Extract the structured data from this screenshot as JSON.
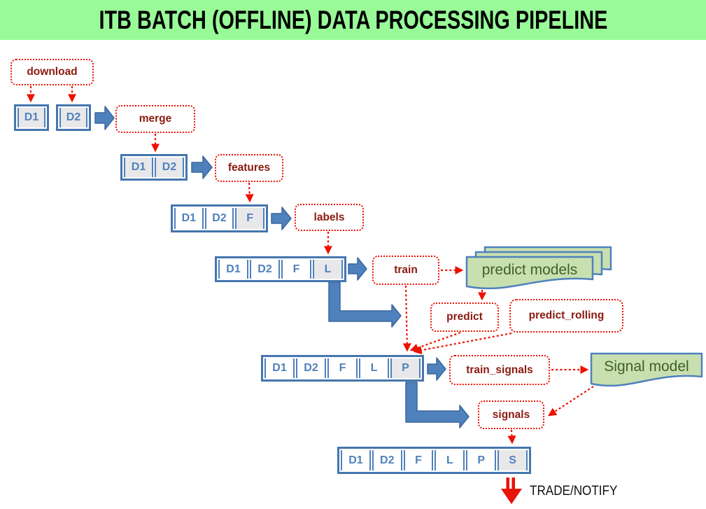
{
  "title": "ITB BATCH (OFFLINE) DATA PROCESSING PIPELINE",
  "process_labels": {
    "download": "download",
    "merge": "merge",
    "features": "features",
    "labels": "labels",
    "train": "train",
    "predict": "predict",
    "predict_rolling": "predict_rolling",
    "train_signals": "train_signals",
    "signals": "signals"
  },
  "model_shapes": {
    "predict_models": "predict models",
    "signal_model": "Signal model"
  },
  "dataframes": {
    "source1": {
      "cells": [
        "D1"
      ]
    },
    "source2": {
      "cells": [
        "D2"
      ]
    },
    "merged": {
      "cells": [
        "D1",
        "D2"
      ]
    },
    "with_features": {
      "cells": [
        "D1",
        "D2",
        "F"
      ]
    },
    "with_labels": {
      "cells": [
        "D1",
        "D2",
        "F",
        "L"
      ]
    },
    "with_predictions": {
      "cells": [
        "D1",
        "D2",
        "F",
        "L",
        "P"
      ]
    },
    "with_signals": {
      "cells": [
        "D1",
        "D2",
        "F",
        "L",
        "P",
        "S"
      ]
    }
  },
  "output": {
    "trade_notify": "TRADE/NOTIFY"
  },
  "colors": {
    "banner_bg": "#98fb98",
    "box_blue": "#4f81bd",
    "connector_red": "#ee1000",
    "label_text_red": "#8b1a10",
    "model_fill_green": "#c8dfb0",
    "model_text_green": "#3f6125",
    "cell_highlight_gray": "#e8e8ea"
  }
}
